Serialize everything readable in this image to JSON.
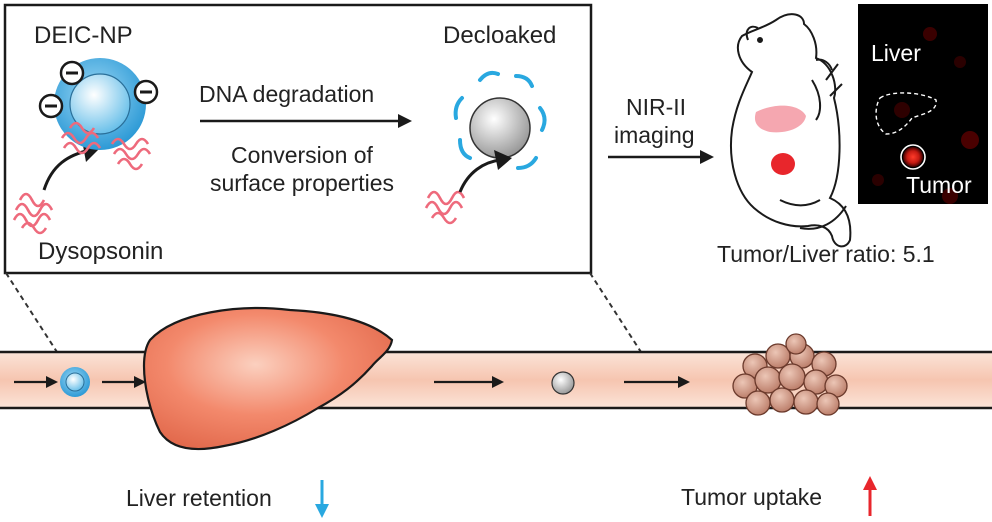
{
  "inset": {
    "left_particle_label": "DEIC-NP",
    "right_particle_label": "Decloaked",
    "arrow_label_top": "DNA degradation",
    "arrow_label_bottom_line1": "Conversion of",
    "arrow_label_bottom_line2": "surface properties",
    "protein_label": "Dysopsonin",
    "charge_symbol": "−"
  },
  "imaging": {
    "arrow_label_line1": "NIR-II",
    "arrow_label_line2": "imaging",
    "image_label_liver": "Liver",
    "image_label_tumor": "Tumor",
    "ratio_text": "Tumor/Liver ratio: 5.1"
  },
  "bottom": {
    "liver_label": "Liver retention",
    "tumor_label": "Tumor uptake"
  },
  "colors": {
    "vessel_fill": "#f6c9b5",
    "liver": "#f07a5e",
    "tumor_cell": "#c98a76",
    "np_blue": "#3aa6dc",
    "down_arrow_blue": "#29a8e0",
    "up_arrow_red": "#e8262c",
    "nir_background": "#000000"
  }
}
